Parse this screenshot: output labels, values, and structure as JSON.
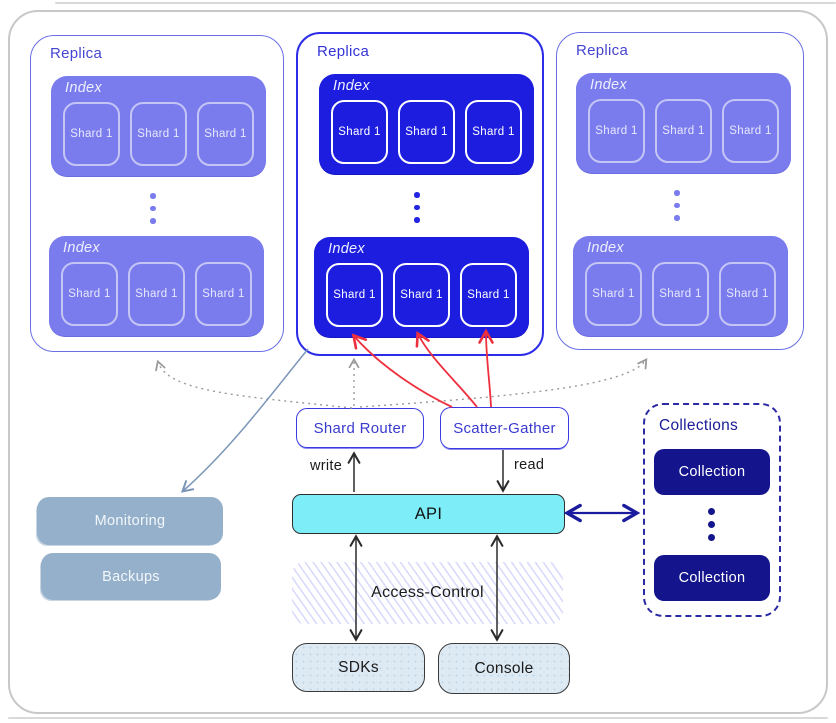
{
  "replicas": [
    {
      "label": "Replica",
      "variant": "light",
      "indexes": [
        {
          "label": "Index",
          "shards": [
            "Shard 1",
            "Shard 1",
            "Shard 1"
          ]
        },
        {
          "label": "Index",
          "shards": [
            "Shard 1",
            "Shard 1",
            "Shard 1"
          ]
        }
      ]
    },
    {
      "label": "Replica",
      "variant": "dark",
      "indexes": [
        {
          "label": "Index",
          "shards": [
            "Shard 1",
            "Shard 1",
            "Shard 1"
          ]
        },
        {
          "label": "Index",
          "shards": [
            "Shard 1",
            "Shard 1",
            "Shard 1"
          ]
        }
      ]
    },
    {
      "label": "Replica",
      "variant": "light",
      "indexes": [
        {
          "label": "Index",
          "shards": [
            "Shard 1",
            "Shard 1",
            "Shard 1"
          ]
        },
        {
          "label": "Index",
          "shards": [
            "Shard 1",
            "Shard 1",
            "Shard 1"
          ]
        }
      ]
    }
  ],
  "shard_router": {
    "label": "Shard Router"
  },
  "scatter_gather": {
    "label": "Scatter-Gather"
  },
  "flow": {
    "write": "write",
    "read": "read"
  },
  "api": {
    "label": "API"
  },
  "access_control": {
    "label": "Access-Control"
  },
  "sdks": {
    "label": "SDKs"
  },
  "console": {
    "label": "Console"
  },
  "monitoring": {
    "label": "Monitoring"
  },
  "backups": {
    "label": "Backups"
  },
  "collections": {
    "title": "Collections",
    "items": [
      "Collection",
      "Collection"
    ]
  },
  "palette": {
    "replica_border_light": "#6b6fe4",
    "replica_border_dark": "#2d2de8",
    "index_fill_light": "#7a7cee",
    "index_fill_dark": "#1d1de0",
    "router_border": "#3a3ae0",
    "api_fill": "#7deef7",
    "client_fill": "#dde9f3",
    "ops_fill": "#94b0cb",
    "collection_fill": "#14148c",
    "collections_border": "#2a2aa2",
    "read_scatter_arrow": "#ee2f3d",
    "replication_dotted": "#9a9a9a",
    "monitoring_arrow": "#7b96b8",
    "api_collections_arrow": "#1b1b9e"
  }
}
